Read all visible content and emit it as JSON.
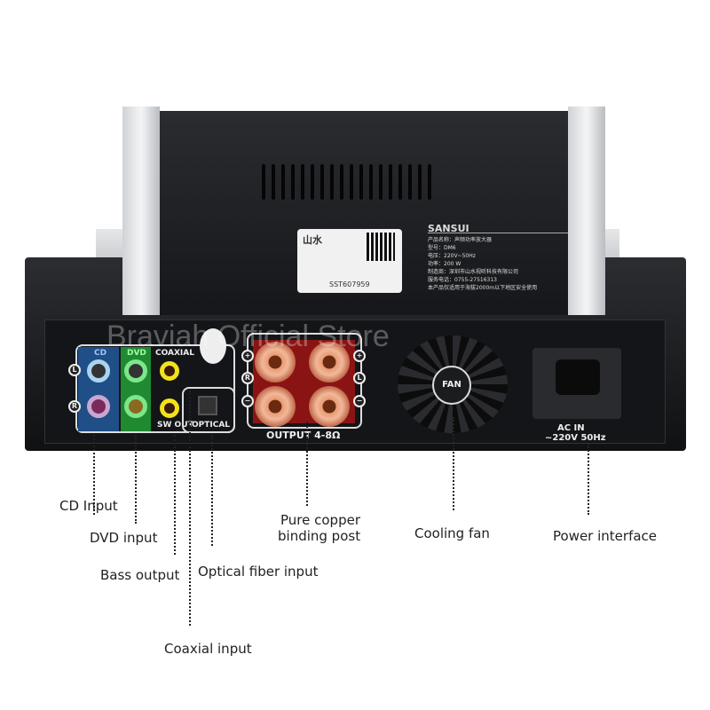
{
  "watermark": "Braviah Official Store",
  "top_label": {
    "logo": "山水",
    "serial": "SST607959"
  },
  "nameplate": {
    "brand": "SANSUI",
    "lines": [
      "产品名称：声频功率放大器",
      "型号：DM6",
      "电压：220V~50Hz",
      "功率：200 W",
      "制造商：深圳市山水视听科技有限公司",
      "服务电话：0755-27516313",
      "本产品仅适用于海拔2000m以下地区安全使用"
    ]
  },
  "panel": {
    "cd": "CD",
    "dvd": "DVD",
    "coaxial": "COAXIAL",
    "sw_out": "SW OUT",
    "optical": "OPTICAL",
    "left": "L",
    "right": "R",
    "plus": "+",
    "minus": "−",
    "output": "OUTPUT  4-8Ω",
    "fan": "FAN",
    "ac_in": "AC IN",
    "voltage": "~220V  50Hz"
  },
  "colors": {
    "cd_panel": "#1f4f86",
    "dvd_panel": "#1f8a32",
    "output_panel": "#8a1414"
  },
  "callouts": {
    "cd": "CD Input",
    "dvd": "DVD input",
    "bass": "Bass output",
    "optical": "Optical fiber input",
    "coaxial": "Coaxial input",
    "binding_1": "Pure copper",
    "binding_2": "binding post",
    "fan": "Cooling fan",
    "power": "Power interface"
  }
}
